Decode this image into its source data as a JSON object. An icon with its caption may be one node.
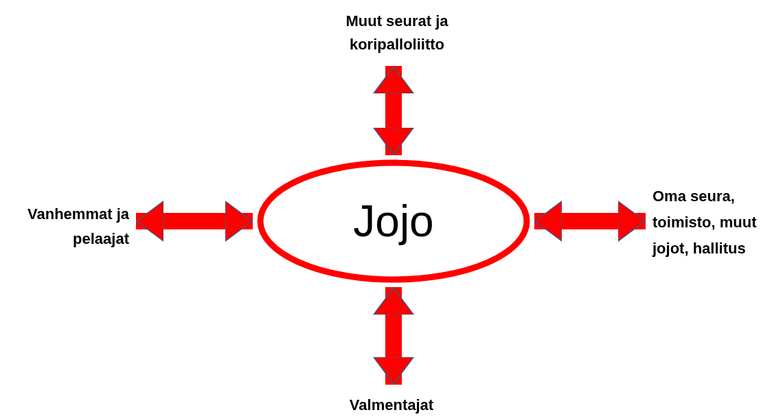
{
  "diagram": {
    "nodes": [
      {
        "text": [
          "Jojo"
        ]
      },
      {
        "text": [
          "Muut seurat ja koripalloliitto"
        ]
      },
      {
        "text": [
          "Vanhemmat ja pelaajat"
        ]
      },
      {
        "text": [
          "Oma seura, toimisto, muut jojot, hallitus"
        ]
      },
      {
        "text": [
          "Valmentajat"
        ]
      }
    ],
    "edges": [
      {
        "from": 0,
        "to": 1,
        "arrow": "both"
      },
      {
        "from": 0,
        "to": 2,
        "arrow": "both"
      },
      {
        "from": 0,
        "to": 3,
        "arrow": "both"
      },
      {
        "from": 0,
        "to": 4,
        "arrow": "both"
      }
    ]
  }
}
